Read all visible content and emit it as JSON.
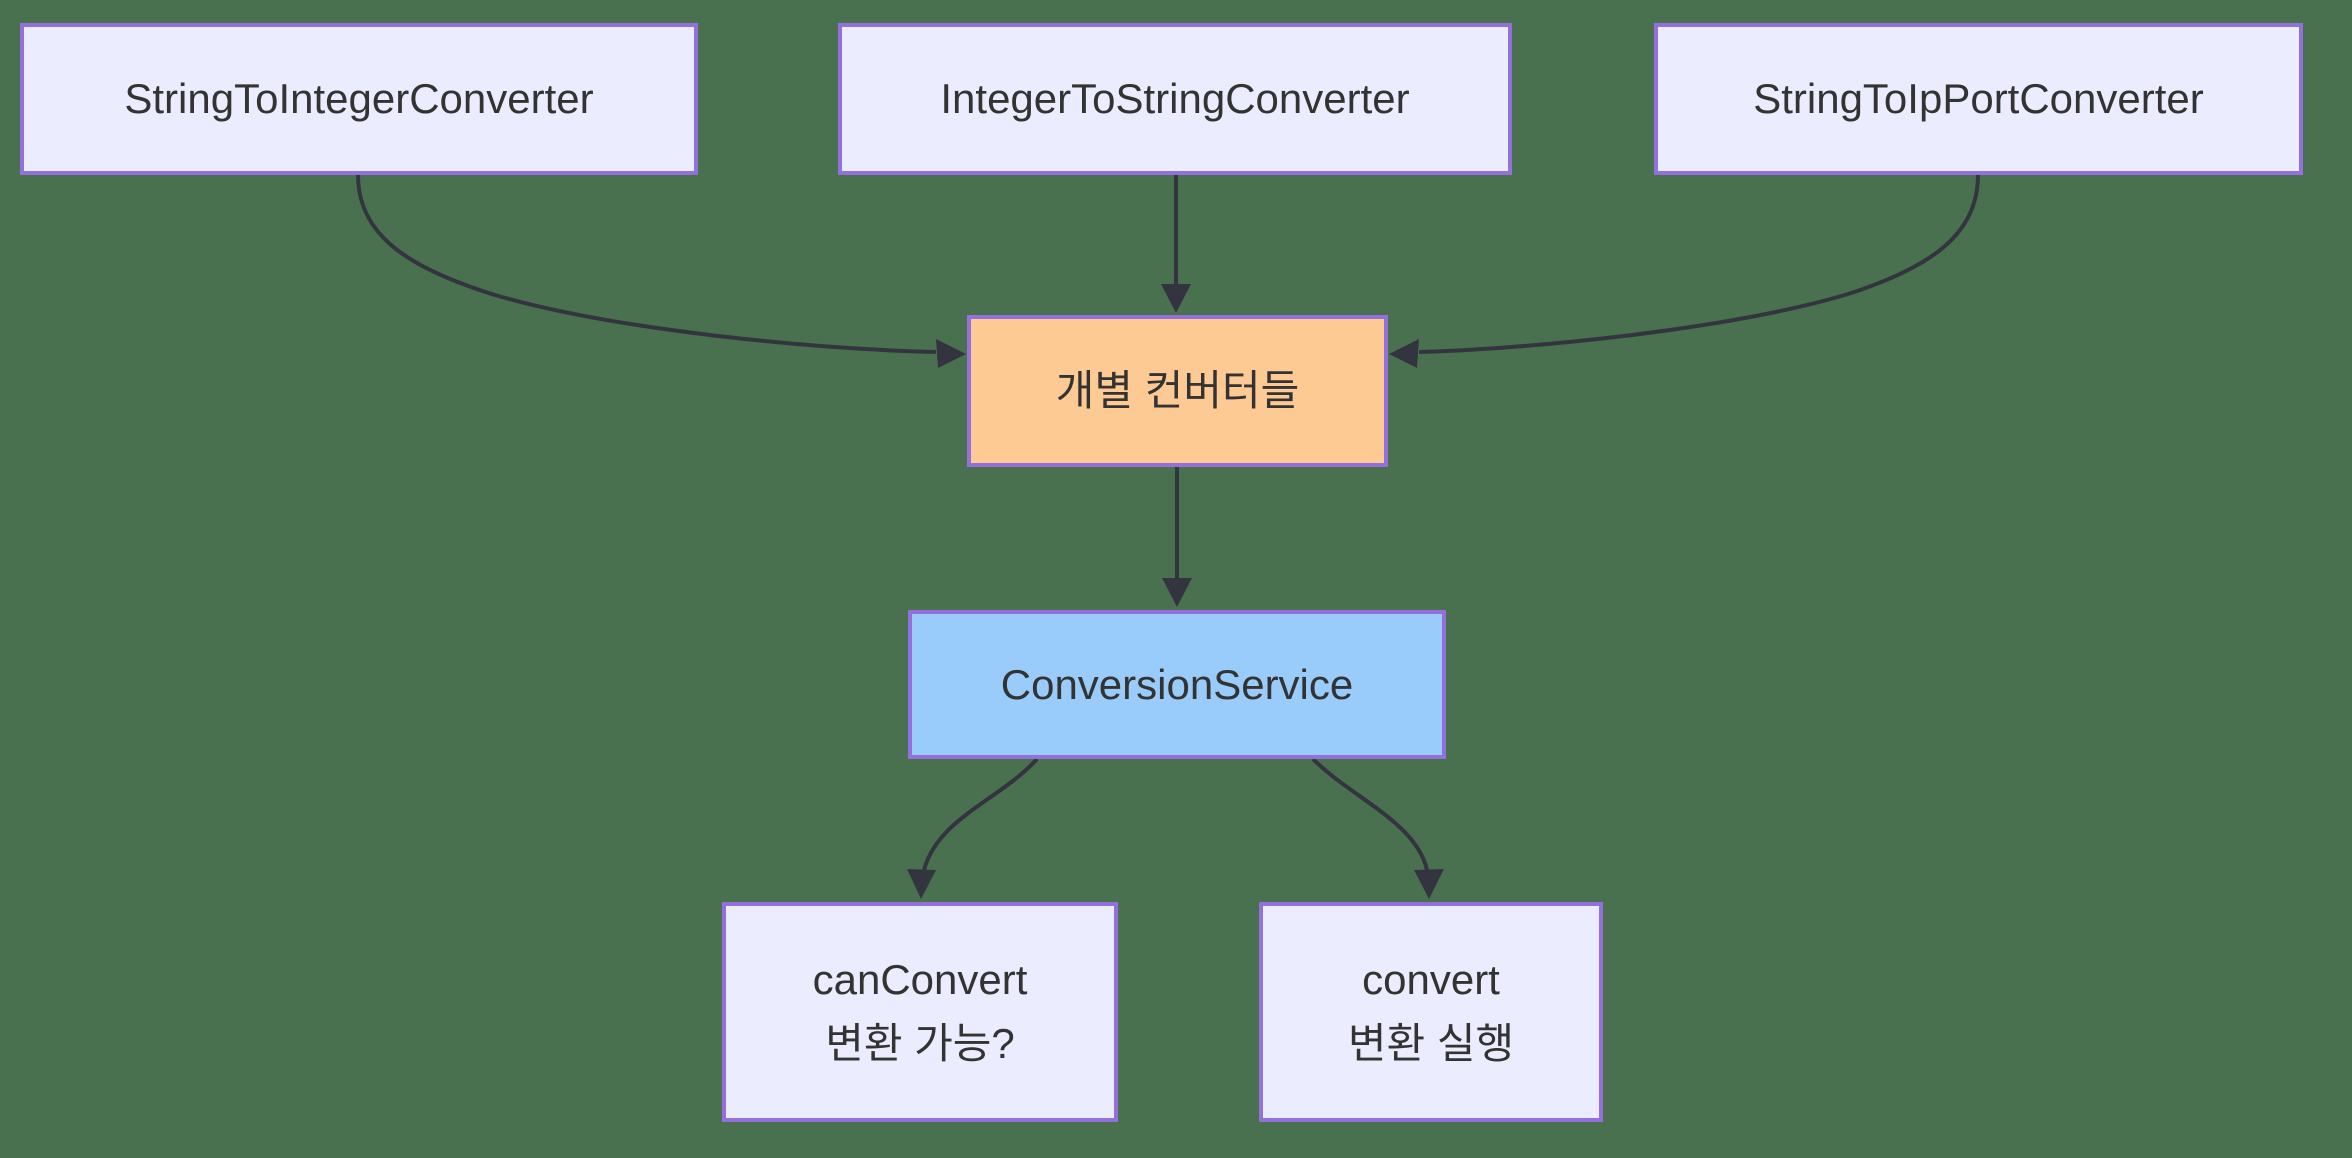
{
  "diagram": {
    "type": "flowchart",
    "direction": "top-down",
    "colors": {
      "background": "#4A714F",
      "node_fill_default": "#ECECFF",
      "node_fill_highlight_orange": "#FDCA94",
      "node_fill_service_blue": "#99CBFB",
      "node_border": "#9370DB",
      "edge": "#343440",
      "text": "#333333"
    },
    "nodes": {
      "string_to_integer": {
        "label": "StringToIntegerConverter"
      },
      "integer_to_string": {
        "label": "IntegerToStringConverter"
      },
      "string_to_ipport": {
        "label": "StringToIpPortConverter"
      },
      "individual_converters": {
        "label": "개별 컨버터들"
      },
      "conversion_service": {
        "label": "ConversionService"
      },
      "can_convert": {
        "line1": "canConvert",
        "line2": "변환 가능?"
      },
      "convert": {
        "line1": "convert",
        "line2": "변환 실행"
      }
    },
    "edges": [
      {
        "from": "string_to_integer",
        "to": "individual_converters"
      },
      {
        "from": "integer_to_string",
        "to": "individual_converters"
      },
      {
        "from": "string_to_ipport",
        "to": "individual_converters"
      },
      {
        "from": "individual_converters",
        "to": "conversion_service"
      },
      {
        "from": "conversion_service",
        "to": "can_convert"
      },
      {
        "from": "conversion_service",
        "to": "convert"
      }
    ]
  }
}
